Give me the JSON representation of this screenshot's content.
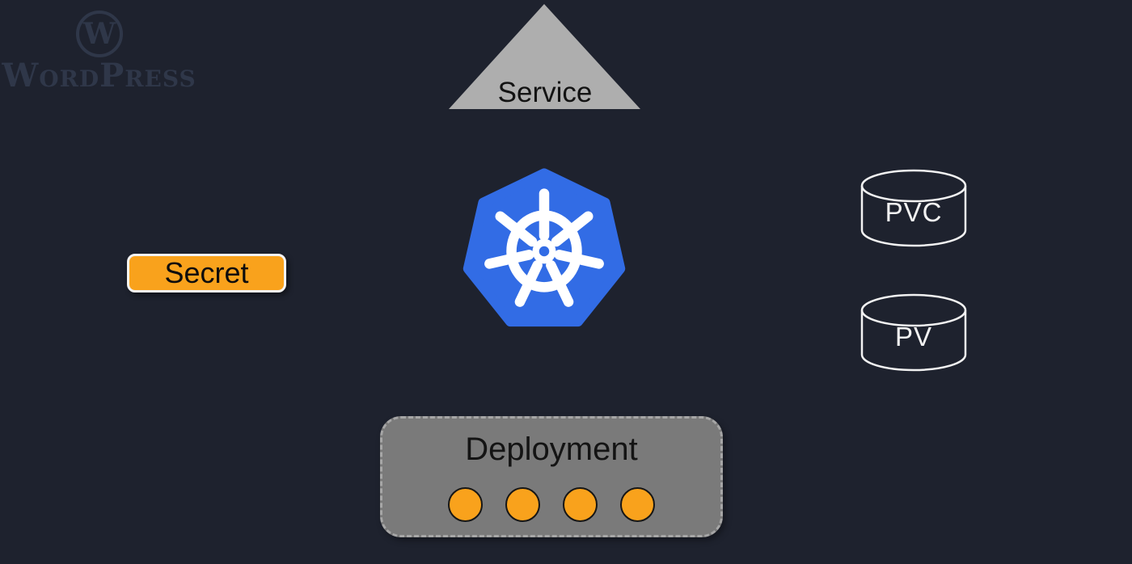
{
  "colors": {
    "bg": "#1e222e",
    "k8s-blue": "#326ce5",
    "orange": "#f9a21c",
    "triangle-gray": "#aeaeae",
    "box-gray": "#7a7a7a",
    "dash-gray": "#a6a6a6",
    "white": "#f2f2f2",
    "wp-gray": "#2f3749",
    "text-dark": "#131313"
  },
  "wordpress": {
    "monogram": "W",
    "wordmark": "WordPress"
  },
  "nodes": {
    "service": {
      "label": "Service",
      "shape": "triangle"
    },
    "kubernetes": {
      "name": "kubernetes-logo",
      "shape": "heptagon-helm"
    },
    "secret": {
      "label": "Secret",
      "shape": "rounded-rect"
    },
    "pvc": {
      "label": "PVC",
      "shape": "cylinder"
    },
    "pv": {
      "label": "PV",
      "shape": "cylinder"
    },
    "deployment": {
      "label": "Deployment",
      "shape": "dashed-rounded-rect",
      "pod_count": 4
    }
  }
}
